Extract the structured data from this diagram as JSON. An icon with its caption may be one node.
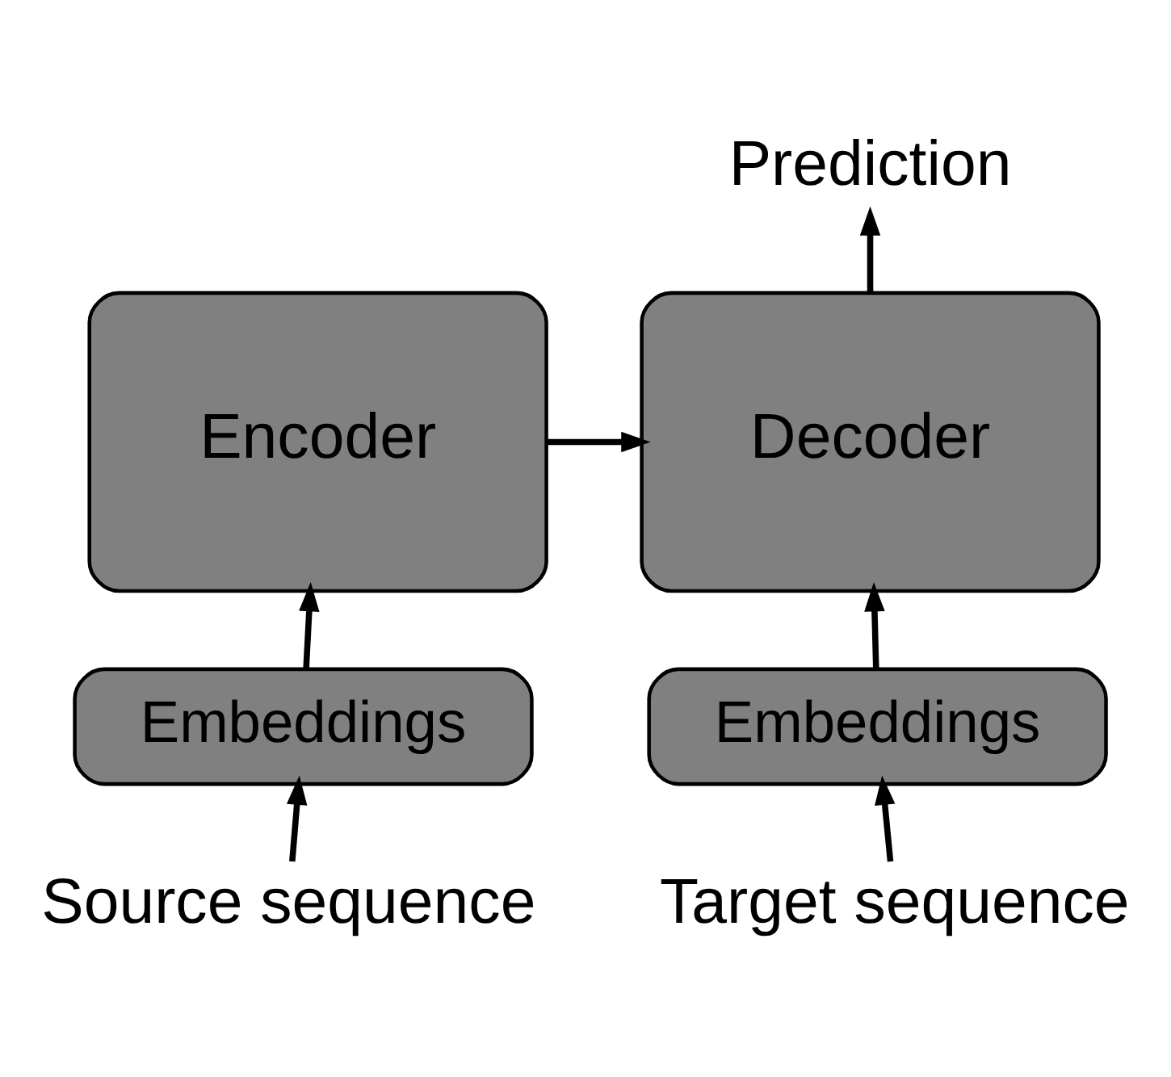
{
  "diagram": {
    "nodes": [
      {
        "text": [
          "Encoder"
        ]
      },
      {
        "text": [
          "Decoder"
        ]
      },
      {
        "text": [
          "Embeddings"
        ]
      },
      {
        "text": [
          "Embeddings"
        ]
      },
      {
        "text": [
          "Source sequence"
        ]
      },
      {
        "text": [
          "Target sequence"
        ]
      },
      {
        "text": [
          "Prediction"
        ]
      }
    ],
    "edges": [
      {
        "from": 4,
        "to": 2,
        "arrow": "to"
      },
      {
        "from": 2,
        "to": 0,
        "arrow": "to"
      },
      {
        "from": 0,
        "to": 1,
        "arrow": "to"
      },
      {
        "from": 5,
        "to": 3,
        "arrow": "to"
      },
      {
        "from": 3,
        "to": 1,
        "arrow": "to"
      },
      {
        "from": 1,
        "to": 6,
        "arrow": "to"
      }
    ]
  }
}
